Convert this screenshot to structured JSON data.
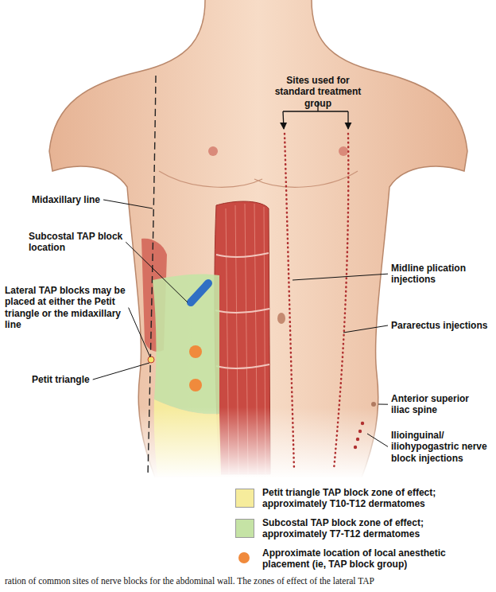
{
  "diagram": {
    "caption": "ration of common sites of nerve blocks for the abdominal wall. The zones of effect of the lateral TAP",
    "labels": [
      "Sites used for standard treatment group",
      "Midaxillary line",
      "Subcostal TAP block location",
      "Midline plication injections",
      "Pararectus injections",
      "Lateral TAP blocks may be placed at either the Petit triangle or the midaxillary line",
      "Petit triangle",
      "Anterior superior iliac spine",
      "Ilioinguinal/ iliohypogastric nerve block injections"
    ],
    "legend": [
      {
        "text": "Petit triangle TAP block zone of effect; approximately T10-T12 dermatomes",
        "color": "#f6ec9c"
      },
      {
        "text": "Subcostal TAP block zone of effect; approximately T7-T12 dermatomes",
        "color": "#c5e3a5"
      },
      {
        "text": "Approximate location of local anesthetic placement (ie, TAP block group)",
        "color": "#f08a3c"
      }
    ]
  }
}
